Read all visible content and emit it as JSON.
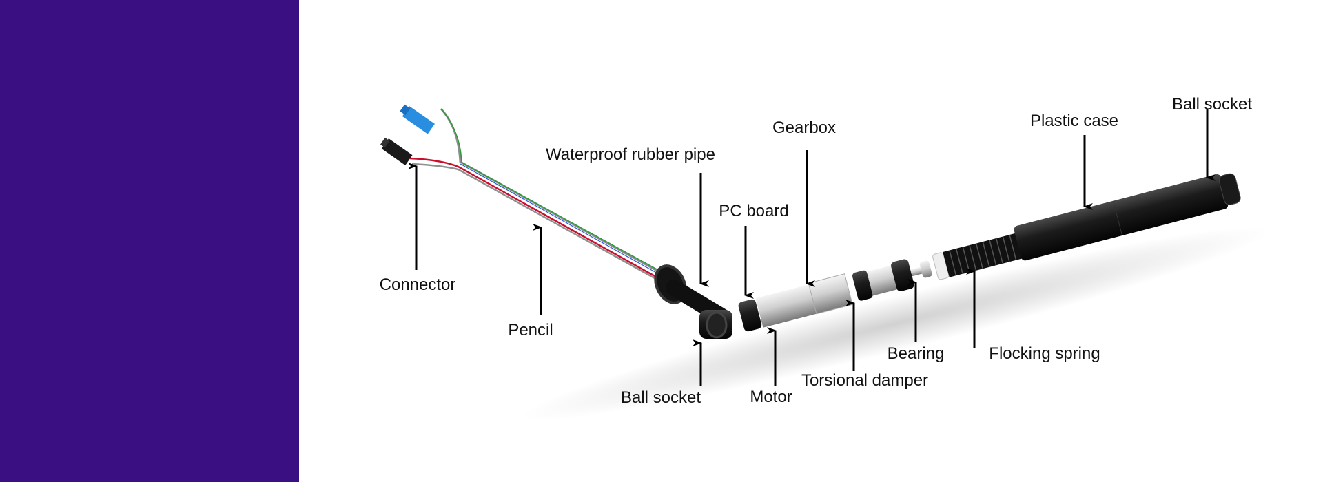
{
  "colors": {
    "side_panel": "#3a0f82",
    "label": "#111111",
    "case": "#1a1a1a",
    "motor": "#c8c8c8"
  },
  "labels": {
    "connector": "Connector",
    "pencil": "Pencil",
    "waterproof_rubber_pipe": "Waterproof rubber pipe",
    "ball_socket_left": "Ball socket",
    "pc_board": "PC board",
    "motor": "Motor",
    "gearbox": "Gearbox",
    "torsional_damper": "Torsional damper",
    "bearing": "Bearing",
    "flocking_spring": "Flocking spring",
    "plastic_case": "Plastic case",
    "ball_socket_right": "Ball socket"
  }
}
